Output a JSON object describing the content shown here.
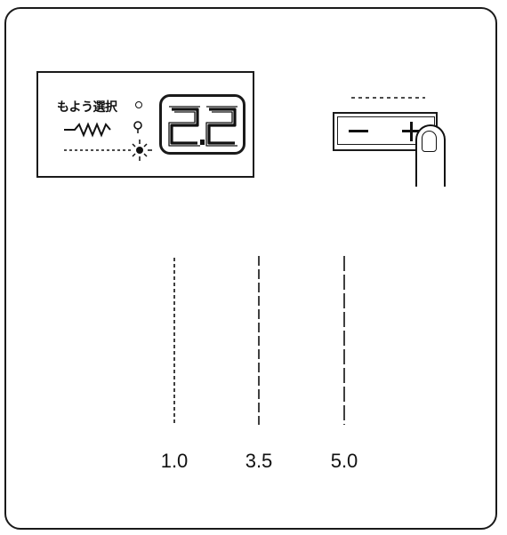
{
  "panel": {
    "label": "もよう選択",
    "display_value": "2.2"
  },
  "length_samples": [
    {
      "label": "1.0"
    },
    {
      "label": "3.5"
    },
    {
      "label": "5.0"
    }
  ],
  "stepper": {
    "minus_symbol": "−",
    "plus_symbol": "+"
  }
}
